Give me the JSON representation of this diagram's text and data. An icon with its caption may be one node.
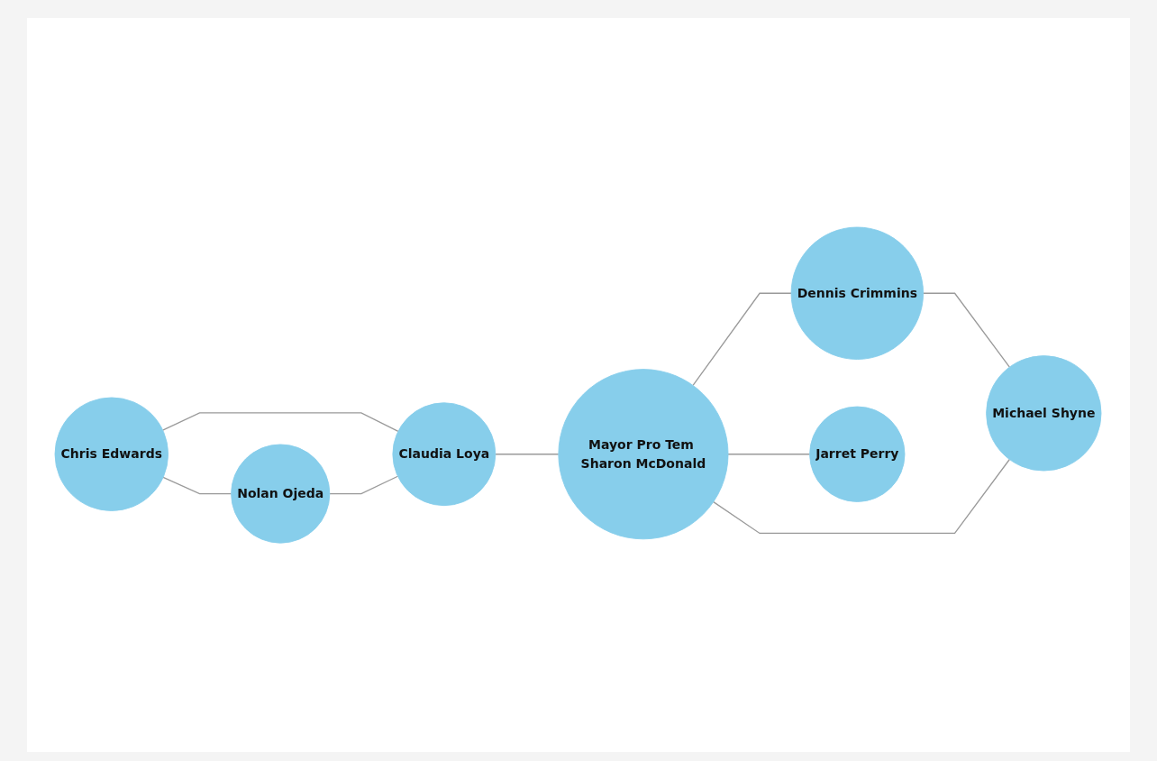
{
  "diagram": {
    "nodes": [
      {
        "text": [
          "Dennis Crimmins"
        ]
      },
      {
        "text": [
          "Chris Edwards"
        ]
      },
      {
        "text": [
          "Michael Shyne"
        ]
      },
      {
        "text": [
          "Claudia Loya"
        ]
      },
      {
        "text": [
          "Mayor Pro Tem Sharon McDonald"
        ]
      },
      {
        "text": [
          "Nolan Ojeda"
        ]
      },
      {
        "text": [
          "Jarret Perry"
        ]
      }
    ],
    "edges": [
      {
        "from": 1,
        "to": 3,
        "arrow": "none"
      },
      {
        "from": 1,
        "to": 5,
        "arrow": "none"
      },
      {
        "from": 5,
        "to": 3,
        "arrow": "none"
      },
      {
        "from": 3,
        "to": 4,
        "arrow": "none"
      },
      {
        "from": 4,
        "to": 0,
        "arrow": "none"
      },
      {
        "from": 0,
        "to": 2,
        "arrow": "none"
      },
      {
        "from": 4,
        "to": 2,
        "arrow": "none"
      },
      {
        "from": 4,
        "to": 6,
        "arrow": "none"
      }
    ]
  }
}
